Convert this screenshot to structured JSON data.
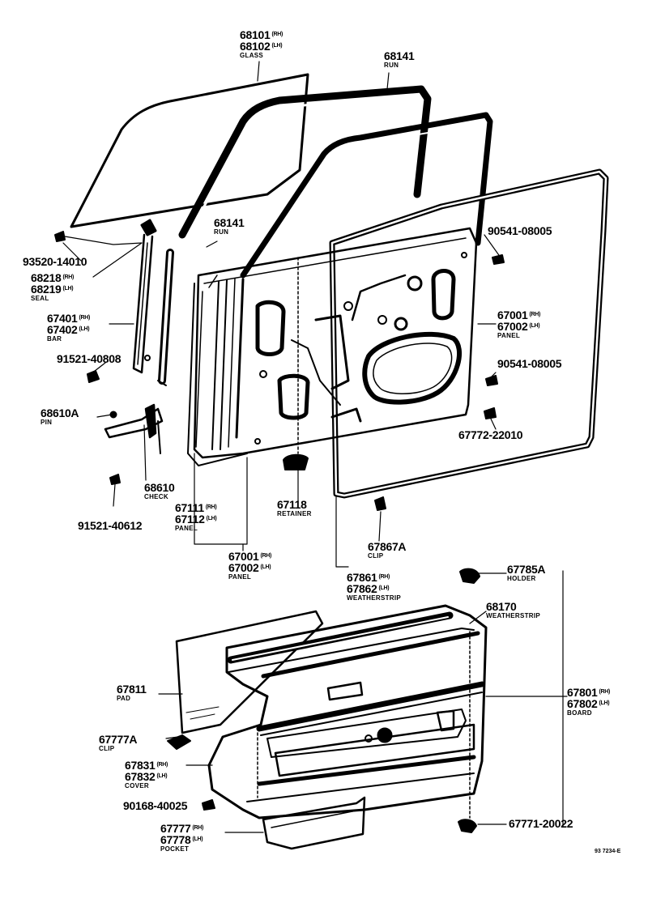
{
  "callouts": {
    "glass": {
      "pn1": "68101",
      "s1": "(RH)",
      "pn2": "68102",
      "s2": "(LH)",
      "name": "GLASS"
    },
    "run_top": {
      "pn1": "68141",
      "name": "RUN"
    },
    "run_mid": {
      "pn1": "68141",
      "name": "RUN"
    },
    "clip_93520": {
      "pn1": "93520-14010"
    },
    "seal": {
      "pn1": "68218",
      "s1": "(RH)",
      "pn2": "68219",
      "s2": "(LH)",
      "name": "SEAL"
    },
    "bar": {
      "pn1": "67401",
      "s1": "(RH)",
      "pn2": "67402",
      "s2": "(LH)",
      "name": "BAR"
    },
    "bolt_40808": {
      "pn1": "91521-40808"
    },
    "pin": {
      "pn1": "68610A",
      "name": "PIN"
    },
    "check": {
      "pn1": "68610",
      "name": "CHECK"
    },
    "bolt_40612": {
      "pn1": "91521-40612"
    },
    "panel_67111": {
      "pn1": "67111",
      "s1": "(RH)",
      "pn2": "67112",
      "s2": "(LH)",
      "name": "PANEL"
    },
    "retainer": {
      "pn1": "67118",
      "name": "RETAINER"
    },
    "panel_67001_b": {
      "pn1": "67001",
      "s1": "(RH)",
      "pn2": "67002",
      "s2": "(LH)",
      "name": "PANEL"
    },
    "clip_67867": {
      "pn1": "67867A",
      "name": "CLIP"
    },
    "weatherstrip_door": {
      "pn1": "67861",
      "s1": "(RH)",
      "pn2": "67862",
      "s2": "(LH)",
      "name": "WEATHERSTRIP"
    },
    "screw_90541_a": {
      "pn1": "90541-08005"
    },
    "panel_67001_r": {
      "pn1": "67001",
      "s1": "(RH)",
      "pn2": "67002",
      "s2": "(LH)",
      "name": "PANEL"
    },
    "screw_90541_b": {
      "pn1": "90541-08005"
    },
    "plug_67772": {
      "pn1": "67772-22010"
    },
    "holder": {
      "pn1": "67785A",
      "name": "HOLDER"
    },
    "weatherstrip_belt": {
      "pn1": "68170",
      "name": "WEATHERSTRIP"
    },
    "pad": {
      "pn1": "67811",
      "name": "PAD"
    },
    "board": {
      "pn1": "67801",
      "s1": "(RH)",
      "pn2": "67802",
      "s2": "(LH)",
      "name": "BOARD"
    },
    "clip_67777": {
      "pn1": "67777A",
      "name": "CLIP"
    },
    "cover": {
      "pn1": "67831",
      "s1": "(RH)",
      "pn2": "67832",
      "s2": "(LH)",
      "name": "COVER"
    },
    "screw_90168": {
      "pn1": "90168-40025"
    },
    "pocket": {
      "pn1": "67777",
      "s1": "(RH)",
      "pn2": "67778",
      "s2": "(LH)",
      "name": "POCKET"
    },
    "clip_67771": {
      "pn1": "67771-20022"
    }
  },
  "drawing_code": "93 7234-E"
}
